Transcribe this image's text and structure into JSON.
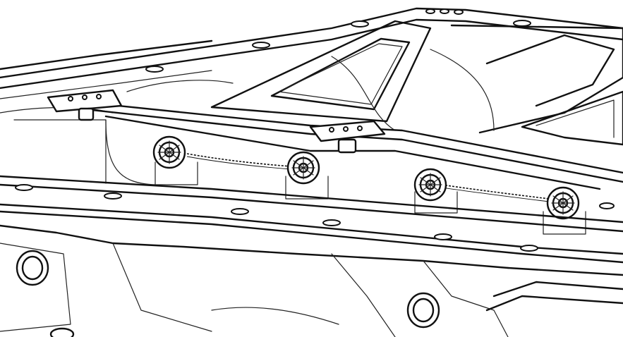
{
  "figure": {
    "kind": "line-drawing",
    "line_color": "#111111",
    "background": "#ffffff",
    "components": {
      "cable_nodes": 4,
      "brackets": 2
    }
  }
}
